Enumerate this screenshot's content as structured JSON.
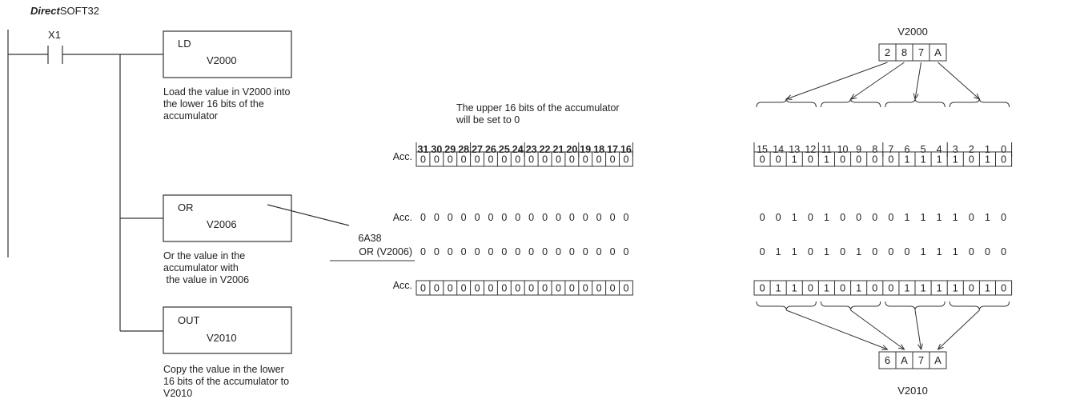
{
  "title": {
    "bold": "Direct",
    "rest": "SOFT32"
  },
  "contact_label": "X1",
  "instructions": [
    {
      "mnemonic": "LD",
      "operand": "V2000",
      "desc": [
        "Load the value in V2000 into",
        "the lower 16 bits of the",
        "accumulator"
      ]
    },
    {
      "mnemonic": "OR",
      "operand": "V2006",
      "desc": [
        "Or the value in the",
        "accumulator with",
        " the value in V2006"
      ]
    },
    {
      "mnemonic": "OUT",
      "operand": "V2010",
      "desc": [
        "Copy the value in the lower",
        "16 bits of the accumulator to",
        "V2010"
      ]
    }
  ],
  "upper_note": [
    "The upper 16 bits of the accumulator",
    "will be set to 0"
  ],
  "bit_numbers": [
    "31",
    "30",
    "29",
    "28",
    "27",
    "26",
    "25",
    "24",
    "23",
    "22",
    "21",
    "20",
    "19",
    "18",
    "17",
    "16",
    "15",
    "14",
    "13",
    "12",
    "11",
    "10",
    "9",
    "8",
    "7",
    "6",
    "5",
    "4",
    "3",
    "2",
    "1",
    "0"
  ],
  "row_labels": {
    "acc": "Acc.",
    "operand_hex": "6A38",
    "operand": "OR (V2006)"
  },
  "rows": {
    "acc1": [
      "0",
      "0",
      "0",
      "0",
      "0",
      "0",
      "0",
      "0",
      "0",
      "0",
      "0",
      "0",
      "0",
      "0",
      "0",
      "0",
      "0",
      "0",
      "1",
      "0",
      "1",
      "0",
      "0",
      "0",
      "0",
      "1",
      "1",
      "1",
      "1",
      "0",
      "1",
      "0"
    ],
    "acc2": [
      "0",
      "0",
      "0",
      "0",
      "0",
      "0",
      "0",
      "0",
      "0",
      "0",
      "0",
      "0",
      "0",
      "0",
      "0",
      "0",
      "0",
      "0",
      "1",
      "0",
      "1",
      "0",
      "0",
      "0",
      "0",
      "1",
      "1",
      "1",
      "1",
      "0",
      "1",
      "0"
    ],
    "operand": [
      "0",
      "0",
      "0",
      "0",
      "0",
      "0",
      "0",
      "0",
      "0",
      "0",
      "0",
      "0",
      "0",
      "0",
      "0",
      "0",
      "0",
      "1",
      "1",
      "0",
      "1",
      "0",
      "1",
      "0",
      "0",
      "0",
      "1",
      "1",
      "1",
      "0",
      "0",
      "0"
    ],
    "result": [
      "0",
      "0",
      "0",
      "0",
      "0",
      "0",
      "0",
      "0",
      "0",
      "0",
      "0",
      "0",
      "0",
      "0",
      "0",
      "0",
      "0",
      "1",
      "1",
      "0",
      "1",
      "0",
      "1",
      "0",
      "0",
      "1",
      "1",
      "1",
      "1",
      "0",
      "1",
      "0"
    ]
  },
  "source_reg": {
    "name": "V2000",
    "digits": [
      "2",
      "8",
      "7",
      "A"
    ]
  },
  "dest_reg": {
    "name": "V2010",
    "digits": [
      "6",
      "A",
      "7",
      "A"
    ]
  }
}
